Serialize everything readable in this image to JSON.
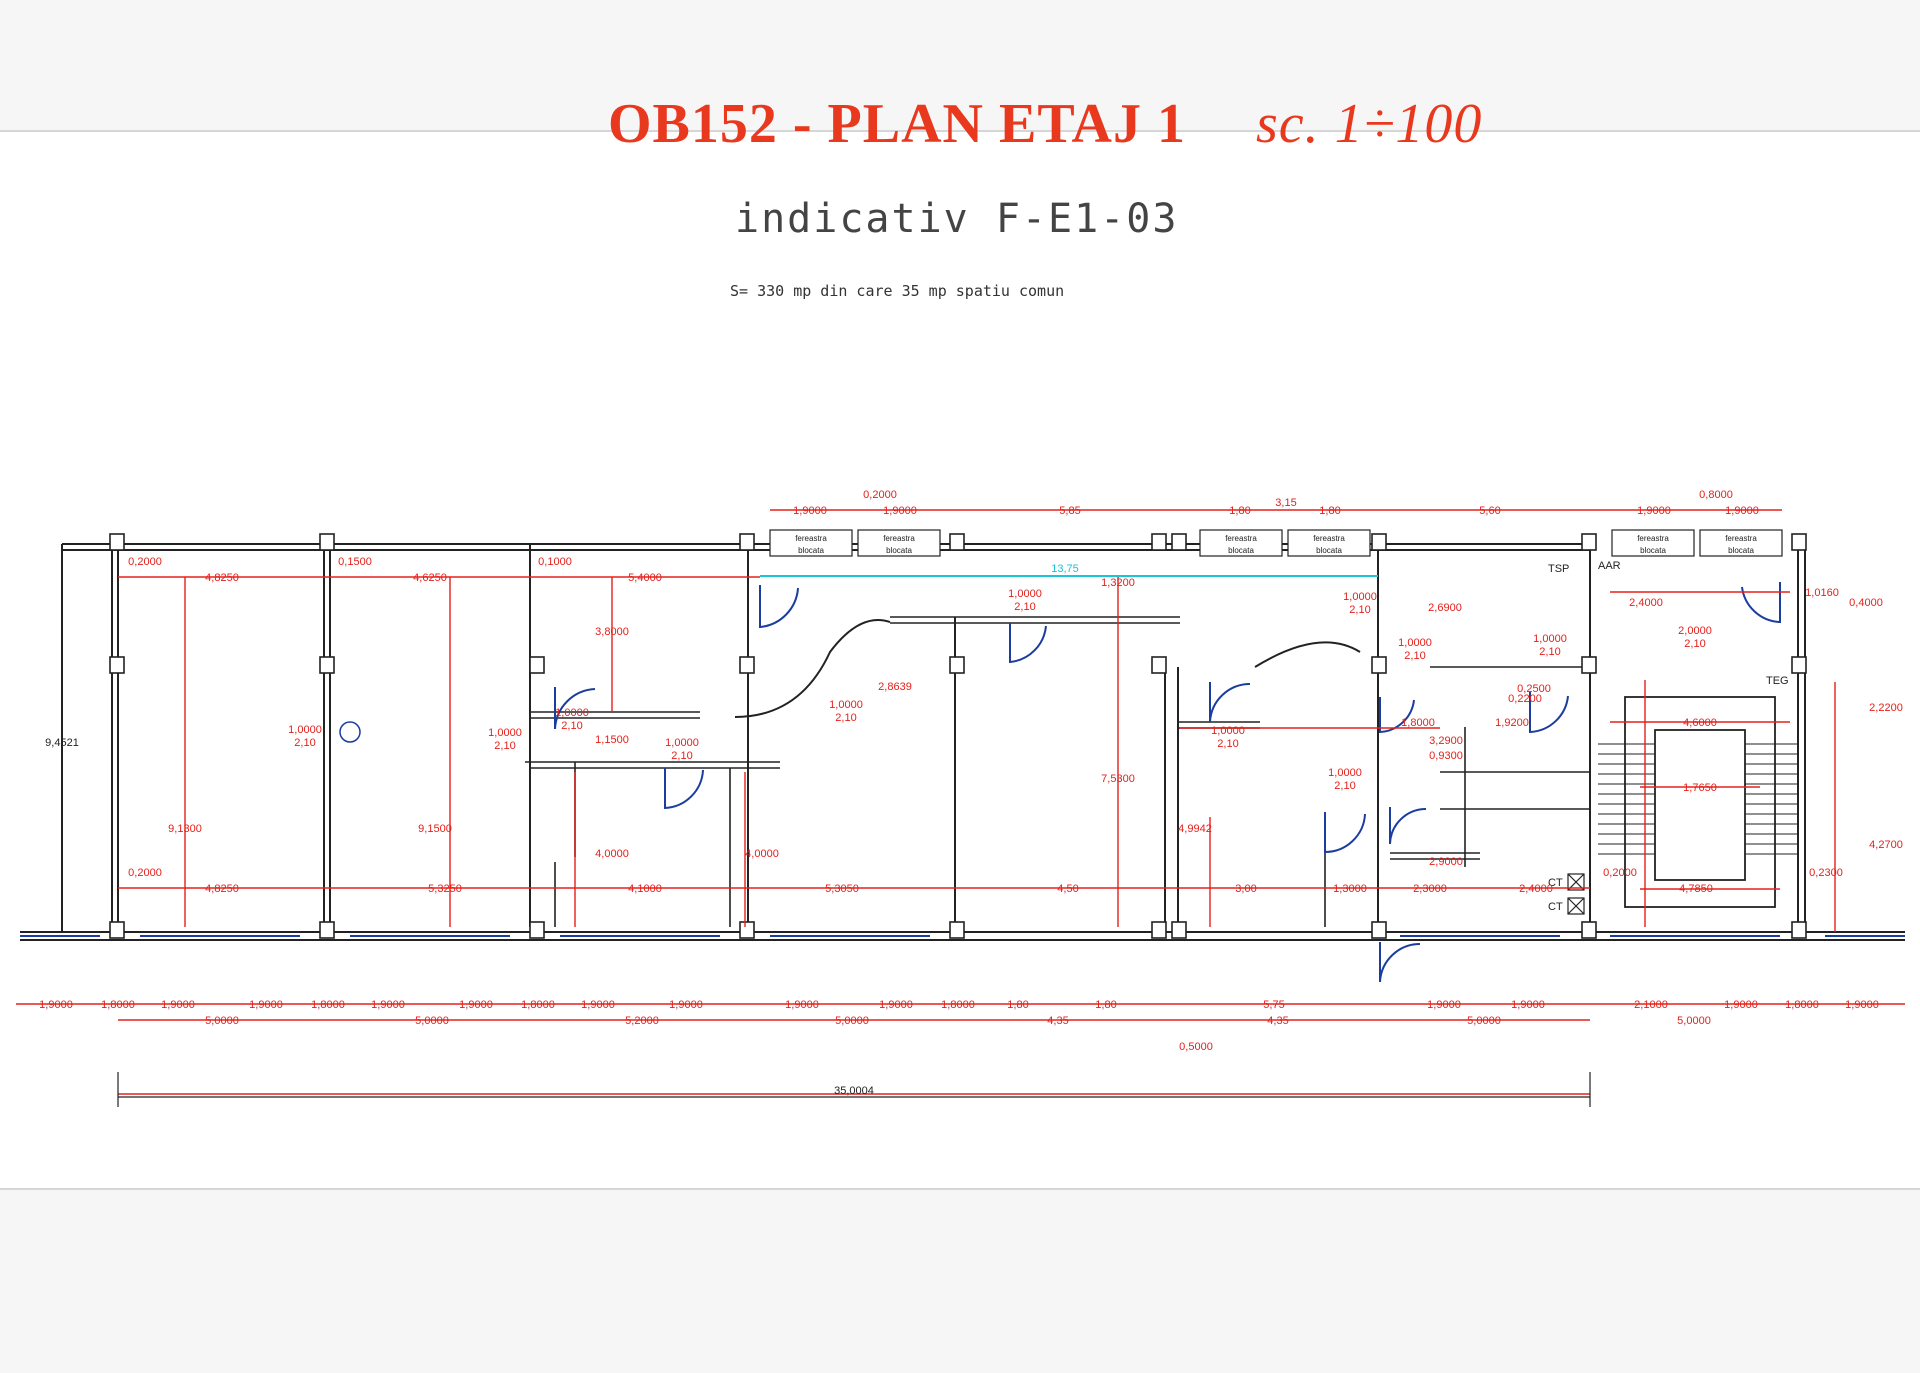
{
  "title": {
    "main": "OB152 - PLAN   ETAJ  1",
    "scale": "sc. 1÷100"
  },
  "subtitle": "indicativ F-E1-03",
  "area_note": "S= 330 mp din care 35 mp spatiu comun",
  "colors": {
    "dimension": "#e5201b",
    "wall": "#222222",
    "door": "#1a3d9e",
    "axis": "#19c6d6",
    "title": "#e8391e"
  },
  "window_labels": {
    "type": "fereastra",
    "state": "blocata"
  },
  "tags": {
    "tsp": "TSP",
    "aar": "AAR",
    "teg": "TEG",
    "ct1": "CT",
    "ct2": "CT"
  },
  "dims": {
    "overall_height": "9,4521",
    "overall_length": "35,0004",
    "bottom_row": [
      "1,9000",
      "1,8000",
      "1,9000",
      "1,9000",
      "1,8000",
      "1,9000",
      "1,9000",
      "1,8000",
      "1,9000",
      "1,9000",
      "1,9000",
      "1,9000",
      "1,8000",
      "1,80",
      "1,80",
      "5,75",
      "1,9000",
      "1,9000",
      "2,1000",
      "1,9000",
      "1,8000",
      "1,9000"
    ],
    "bottom_row2": [
      "5,0000",
      "5,0000",
      "5,2000",
      "5,0000",
      "4,35",
      "4,35",
      "5,0000",
      "5,0000"
    ],
    "bottom_offset": "0,5000",
    "top_row": [
      "1,9000",
      "1,9000",
      "5,85",
      "1,80",
      "1,80",
      "5,60",
      "1,9000",
      "1,9000"
    ],
    "top_small": [
      "0,2000",
      "0,8000",
      "3,15"
    ],
    "room_widths_top": [
      "4,8250",
      "4,6250",
      "5,4000",
      "1,3200"
    ],
    "room_widths_bottom": [
      "4,8250",
      "5,3250",
      "4,1000",
      "5,3050",
      "4,50",
      "3,00",
      "1,3000",
      "2,3000",
      "2,4000",
      "4,7850"
    ],
    "room_heights": [
      "9,1300",
      "9,1500",
      "3,8000",
      "4,0000",
      "4,0000",
      "7,5300",
      "4,9942"
    ],
    "small_offsets": [
      "0,2000",
      "0,1500",
      "0,1000",
      "0,2000"
    ],
    "door_sizes": [
      "1,0000",
      "2,10"
    ],
    "misc": [
      "2,8639",
      "1,1500",
      "2,6900",
      "1,8000",
      "1,9200",
      "3,2900",
      "0,9300",
      "2,9000",
      "2,4000",
      "4,6000",
      "1,7650",
      "2,2200",
      "4,2700",
      "0,2300",
      "0,2000",
      "0,4000",
      "1,0160",
      "2,0000",
      "0,2200",
      "0,2500",
      "13,75"
    ]
  }
}
